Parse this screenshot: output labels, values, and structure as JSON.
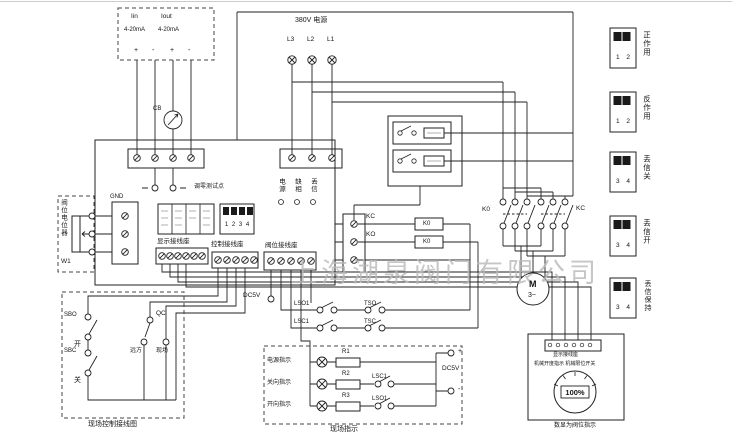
{
  "watermark": "上海湖泉阀门有限公司",
  "analog": {
    "iin": "Iin",
    "iout": "Iout",
    "range_in": "4-20mA",
    "range_out": "4-20mA",
    "p1": "+",
    "p2": "-",
    "p3": "+",
    "p4": "-"
  },
  "meter": {
    "cb": "CB"
  },
  "power": {
    "title": "380V 电源",
    "l3": "L3",
    "l2": "L2",
    "l1": "L1"
  },
  "board": {
    "gnd": "GND",
    "zero_test": "调零测试点",
    "led_power": "电源",
    "led_phase": "缺相",
    "led_signal": "丢信",
    "display_block": "显示接线座",
    "control_block": "控制接线座",
    "position_block": "阀位接线座",
    "dip_nums": "1 2 3 4"
  },
  "pot": {
    "label": "阀位电位器",
    "ref": "W1"
  },
  "relay": {
    "kc": "KC",
    "ko": "KO",
    "coil1": "K0",
    "coil2": "K0",
    "grp_left": "K0",
    "grp_right": "KC"
  },
  "motor": {
    "m": "M",
    "phase": "3~"
  },
  "legend": [
    {
      "label": "正作用",
      "nums": "1 2"
    },
    {
      "label": "反作用",
      "nums": "1 2"
    },
    {
      "label": "丢信关",
      "nums": "3 4"
    },
    {
      "label": "丢信开",
      "nums": "3 4"
    },
    {
      "label": "丢信保持",
      "nums": "3 4"
    }
  ],
  "field_control": {
    "caption": "现场控制接线图",
    "sbo": "SBO",
    "open": "开",
    "sbc": "SBC",
    "close": "关",
    "qc": "QC",
    "remote": "远方",
    "local": "现场"
  },
  "limits": {
    "lso1": "LSO1",
    "tso": "TSO",
    "lsc1": "LSC1",
    "tsc": "TSC",
    "dc5v": "DC5V"
  },
  "indication": {
    "caption": "现场指示",
    "row1": {
      "label": "电源指示",
      "r": "R1"
    },
    "row2": {
      "label": "关向指示",
      "r": "R2",
      "sw": "LSC1"
    },
    "row3": {
      "label": "开向指示",
      "r": "R3",
      "sw": "LSO1"
    },
    "plus": "+",
    "minus": "-",
    "dc5v": "DC5V"
  },
  "indicator": {
    "connector": "显示接线座",
    "note": "机械开度指示  机械限位开关",
    "percent": "100%",
    "caption": "数显为阀位指示"
  }
}
